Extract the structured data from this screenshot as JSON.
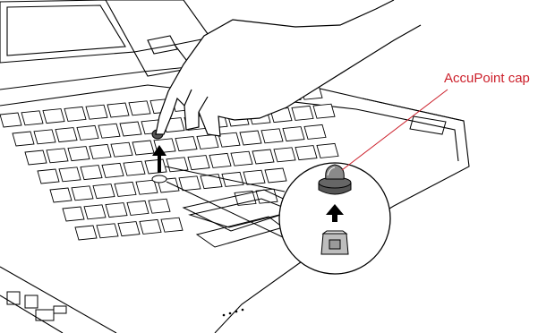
{
  "callout": {
    "label": "AccuPoint cap",
    "color": "#cc1f2a"
  },
  "caption": {
    "text": "",
    "color": "#cc1f2a"
  },
  "icons": [
    "laptop-illustration",
    "hand-illustration",
    "up-arrow-icon",
    "accupoint-cap-icon",
    "accupoint-post-icon"
  ]
}
